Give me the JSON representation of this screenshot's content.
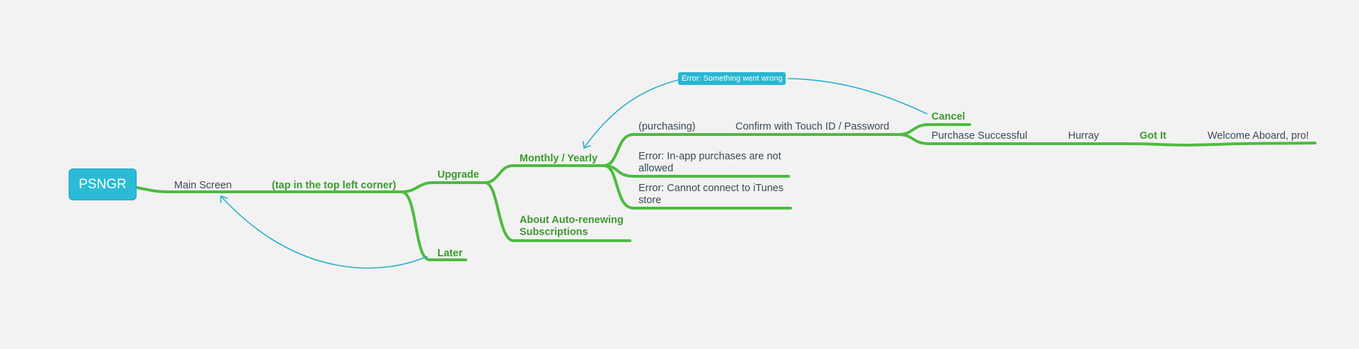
{
  "root": {
    "label": "PSNGR"
  },
  "nodes": {
    "main_screen": "Main Screen",
    "tap_corner": "(tap in the top left corner)",
    "upgrade": "Upgrade",
    "later": "Later",
    "monthly_yearly": "Monthly / Yearly",
    "about_auto": "About Auto-renewing Subscriptions",
    "purchasing": "(purchasing)",
    "confirm": "Confirm with Touch ID / Password",
    "error_inapp": "Error: In-app purchases are not allowed",
    "error_itunes": "Error: Cannot connect to iTunes store",
    "cancel": "Cancel",
    "purchase_successful": "Purchase Successful",
    "hurray": "Hurray",
    "got_it": "Got It",
    "welcome": "Welcome Aboard, pro!"
  },
  "links": {
    "error_badge": "Error: Something went wrong"
  },
  "colors": {
    "branch": "#4cbb3f",
    "link": "#26b0cc",
    "root_fill": "#2bbbd6",
    "bold_text": "#3c9a2e",
    "text": "#3c4a57",
    "background": "#f2f2f2"
  }
}
